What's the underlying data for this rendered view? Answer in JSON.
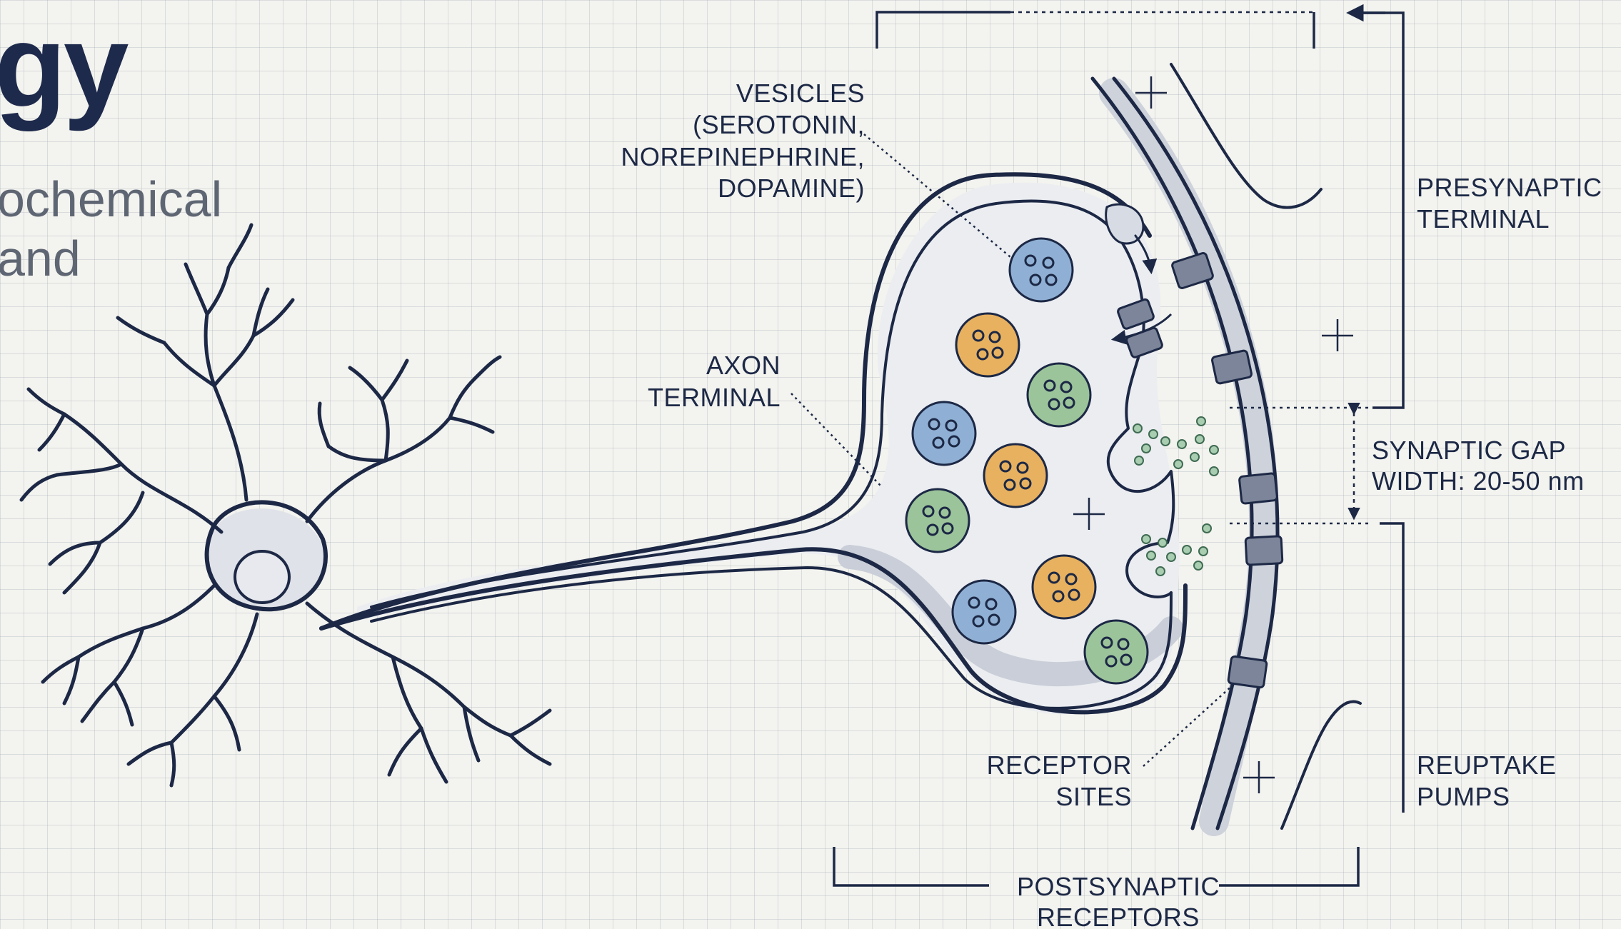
{
  "title_fragment": "gy",
  "subtitle_lines": [
    "ochemical",
    "and"
  ],
  "labels": {
    "vesicles": [
      "VESICLES",
      "(SEROTONIN,",
      "NOREPINEPHRINE,",
      "DOPAMINE)"
    ],
    "axon_terminal": [
      "AXON",
      "TERMINAL"
    ],
    "presynaptic_terminal": [
      "PRESYNAPTIC",
      "TERMINAL"
    ],
    "synaptic_gap": [
      "SYNAPTIC GAP",
      "WIDTH: 20-50 nm"
    ],
    "receptor_sites": [
      "RECEPTOR",
      "SITES"
    ],
    "reuptake_pumps": [
      "REUPTAKE",
      "PUMPS"
    ],
    "postsynaptic_receptors": [
      "POSTSYNAPTIC",
      "RECEPTORS"
    ]
  },
  "colors": {
    "ink": "#1c2845",
    "serotonin_vesicle": "#8fb0d4",
    "norepinephrine_vesicle": "#e8b15f",
    "dopamine_vesicle": "#9cc49a",
    "membrane_shade": "#c9ced8"
  }
}
